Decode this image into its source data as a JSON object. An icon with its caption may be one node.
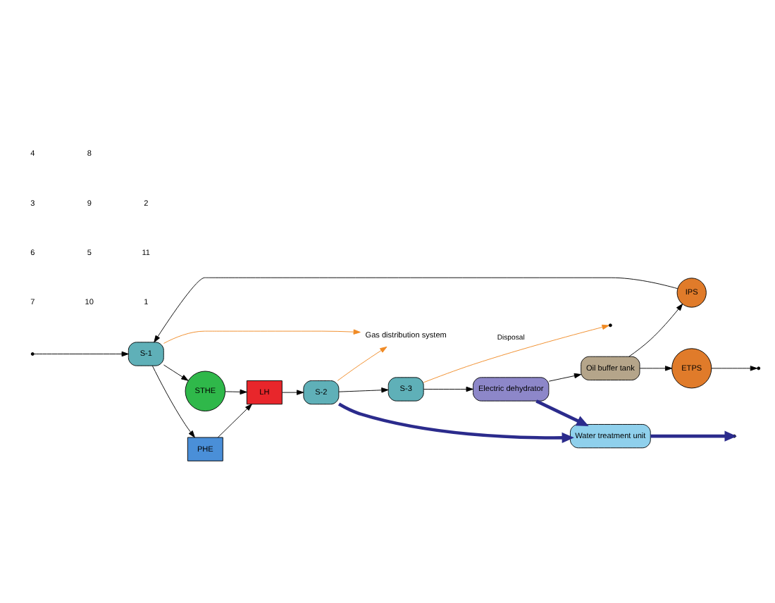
{
  "diagram": {
    "nodes": [
      {
        "text": [
          "Gas distribution system"
        ]
      },
      {
        "text": [
          "S-1"
        ]
      },
      {
        "text": [
          "PHE"
        ]
      },
      {
        "text": [
          "STHE"
        ]
      },
      {
        "text": [
          "LH"
        ]
      },
      {
        "text": [
          "S-2"
        ]
      },
      {
        "text": [
          "S-3"
        ]
      },
      {
        "text": [
          "Electric dehydrator"
        ]
      },
      {
        "text": [
          "Oil buffer tank"
        ]
      },
      {
        "text": [
          "Water treatment unit"
        ]
      },
      {
        "text": [
          "IPS"
        ]
      },
      {
        "text": [
          "ETPS"
        ]
      }
    ],
    "edges": [
      {
        "from": null,
        "to": 1,
        "arrow": "to"
      },
      {
        "from": 1,
        "to": 2,
        "arrow": "to"
      },
      {
        "from": 1,
        "to": 3,
        "arrow": "to"
      },
      {
        "from": 2,
        "to": 4,
        "arrow": "to"
      },
      {
        "from": 3,
        "to": 4,
        "arrow": "to"
      },
      {
        "from": 4,
        "to": 5,
        "arrow": "to"
      },
      {
        "from": 1,
        "to": 0,
        "arrow": "to",
        "color": "#f08a24"
      },
      {
        "from": 5,
        "to": 0,
        "arrow": "to",
        "color": "#f08a24"
      },
      {
        "from": 5,
        "to": 6,
        "arrow": "to"
      },
      {
        "from": 5,
        "to": 9,
        "arrow": "to",
        "style": "thick",
        "color": "#2b2b8c"
      },
      {
        "from": 6,
        "to": null,
        "arrow": "to",
        "label": "Disposal",
        "color": "#f08a24"
      },
      {
        "from": 6,
        "to": 7,
        "arrow": "to"
      },
      {
        "from": 7,
        "to": 8,
        "arrow": "to"
      },
      {
        "from": 7,
        "to": 9,
        "arrow": "to",
        "style": "thick",
        "color": "#2b2b8c"
      },
      {
        "from": 9,
        "to": null,
        "arrow": "to",
        "style": "thick",
        "color": "#2b2b8c"
      },
      {
        "from": 8,
        "to": 10,
        "arrow": "to"
      },
      {
        "from": 8,
        "to": 11,
        "arrow": "to"
      },
      {
        "from": 10,
        "to": 1,
        "arrow": "to"
      },
      {
        "from": 11,
        "to": null,
        "arrow": "to"
      }
    ],
    "labels": [
      "7",
      "6",
      "3",
      "4",
      "10",
      "5",
      "9",
      "8",
      "1",
      "11",
      "2"
    ]
  }
}
